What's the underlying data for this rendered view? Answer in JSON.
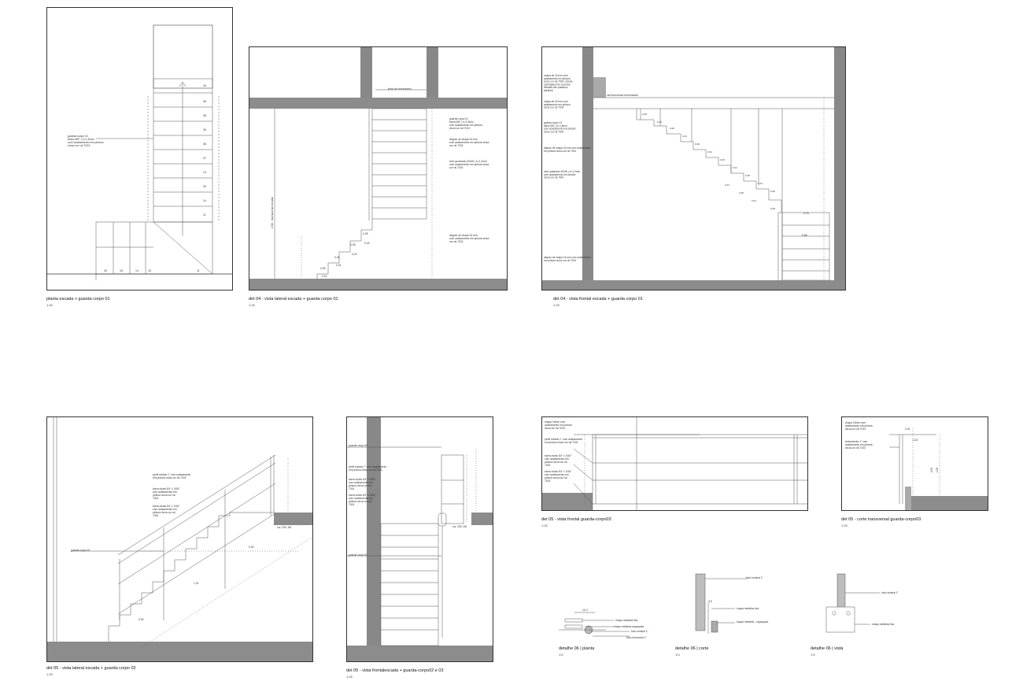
{
  "panels": {
    "p1": {
      "caption": "planta escada + guarda corpo 01",
      "scale": "1:25",
      "note": [
        "guarda corpo 01",
        "barra 5/8\" | e=1,5mm",
        "com acabamento em pintura",
        "cinza cor ral 7024"
      ],
      "dims_right": [
        "16",
        "38",
        "38",
        "36",
        "36",
        "37",
        "13",
        "30",
        "14",
        "11"
      ],
      "dims_bottom": [
        "30",
        "15",
        "14",
        "15",
        "11"
      ]
    },
    "p2": {
      "caption": "det 04 - vista lateral escada + guarda corpo 01",
      "scale": "1:25",
      "top_label": "piso do mezanino",
      "vertical_label": "2.80 - hachura da escada",
      "notes": [
        [
          "guarda corpo 01",
          "barra 5/8\" | e=1,5mm",
          "com acabamento em pintura",
          "cinza cor ral 7024"
        ],
        [
          "degrau de chapa 16 mm",
          "com acabamento em pintura cinza",
          "cor ral 7024"
        ],
        [
          "tubo quadrado 30x30 | e=1,2mm",
          "com acabamento em pintura cinza",
          "cor ral 7024"
        ],
        [
          "degrau de chapa 16 mm",
          "com acabamento em pintura cinza",
          "cor ral 7024"
        ]
      ],
      "step_dims": [
        "0.28",
        "0.24",
        "0.28",
        "0.24",
        "0.28",
        "0.24",
        "0.28",
        "0.24"
      ]
    },
    "p3": {
      "caption": "det 04 - vista frontal escada + guarda corpo 01",
      "scale": "1:25",
      "notes": [
        [
          "chapa de 16 mm com",
          "acabamento em pintura",
          "cinza cor ral 7024, coluna",
          "contraplaca do corredor",
          "afixada com parafuso",
          "parabolt"
        ],
        [
          "chapa de 16 mm com",
          "acabamento em pintura",
          "cinza cor ral 7024"
        ],
        [
          "guarda corpo 01",
          "barra 5/8\" | e=1,5mm",
          "com acabamento em pintura",
          "cinza cor ral 7024"
        ],
        [
          "degrau de chapa 16 mm com acabamento",
          "em pintura cinza cor ral 7024"
        ],
        [
          "tubo quadrado 30x30 | e=1,2mm",
          "com acabamento em pintura",
          "cinza cor ral 7024"
        ],
        [
          "degrau de chapa 16 mm com acabamento",
          "em pintura cinza cor ral 7024"
        ]
      ],
      "top_label": "via fornecedor terceirizado",
      "step_dims": [
        "0.28",
        "0.24",
        "0.28",
        "0.24",
        "0.28",
        "0.24",
        "0.28",
        "0.24",
        "0.28",
        "0.24",
        "0.28",
        "0.24",
        "0.28",
        "0.24",
        "0.28"
      ],
      "right_dims": [
        "0.75",
        "0.85"
      ]
    },
    "p4": {
      "caption": "det 05 - vista lateral escada  + guarda corpo 02",
      "scale": "1:25",
      "notes": [
        [
          "perfil tubular 1\" com acabamento",
          "em pintura cinza cor ral 7024"
        ],
        [
          "barra chata 3/4\" x 3/16\"",
          "com acabamento em",
          "pintura cinza cor ral",
          "7024"
        ],
        [
          "barra chata 3/4\" x 3/16\"",
          "com acabamento em",
          "pintura cinza cor ral",
          "7024"
        ],
        [
          "guarda-corpo 02"
        ]
      ],
      "dims": [
        "0.90",
        "1.31",
        "0.90"
      ],
      "floor_label": "cor. 030, 3/8"
    },
    "p5": {
      "caption": "det 05 - vista frontalescada + guarda-corpo02 e 03",
      "scale": "1:25",
      "notes": [
        [
          "guarda corpo 03"
        ],
        [
          "perfil tubular 1\" com acabamento",
          "em pintura cinza cor ral 7024"
        ],
        [
          "barra chata 3/4\" x 3/16\"",
          "com acabamento em",
          "pintura cinza cor ral",
          "7024"
        ],
        [
          "barra chata 3/4\" x 3/16\"",
          "com acabamento em",
          "pintura cinza cor ral",
          "7024"
        ],
        [
          "guarda corpo 02"
        ]
      ],
      "floor_label": "cor. 030, 3/8"
    },
    "p6": {
      "caption": "det 05 - vista frontal guarda-corpo03",
      "scale": "1:25",
      "notes": [
        [
          "chapa 16mm com",
          "acabamento em pintura",
          "cinza cor ral 7024"
        ],
        [
          "perfil tubular 1\" com acabamento",
          "em pintura cinza cor ral 7024"
        ],
        [
          "barra chata 3/4\" x 3/16\"",
          "com acabamento em",
          "pintura cinza cor ral",
          "7024"
        ],
        [
          "barra chata 3/4\" x 3/16\"",
          "com acabamento em",
          "pintura cinza cor ral",
          "7024"
        ]
      ]
    },
    "p7": {
      "caption": "det 05 - corte transversal guarda-corpo03",
      "scale": "1:25",
      "notes": [
        [
          "chapa 16mm com",
          "acabamento em pintura",
          "cinza cor ral 7024"
        ],
        [
          "fechamento 1\" com",
          "acabamento em pintura",
          "cinza cor ral 7024"
        ]
      ],
      "dims": [
        "0.16",
        "0.23",
        "0.95",
        "1.05"
      ]
    },
    "p8": {
      "caption": "detalhe 06 | planta",
      "scale": "1:5",
      "labels": [
        "chapa metálica fixa",
        "chapa metálica espaçador",
        "tubo vertical 1\"",
        "tubo horizontal 1\""
      ],
      "dim": "10.2"
    },
    "p9": {
      "caption": "detalhe 06 | corte",
      "scale": "1:5",
      "labels": [
        "tubo vertical 1\"",
        "chapa metálica fixa",
        "chapa metálica - espaçador"
      ],
      "dim": "3.6"
    },
    "p10": {
      "caption": "detalhe 06 | vista",
      "scale": "1:5",
      "labels": [
        "tubo vertical 1\"",
        "chapa metálica fixa"
      ]
    }
  }
}
